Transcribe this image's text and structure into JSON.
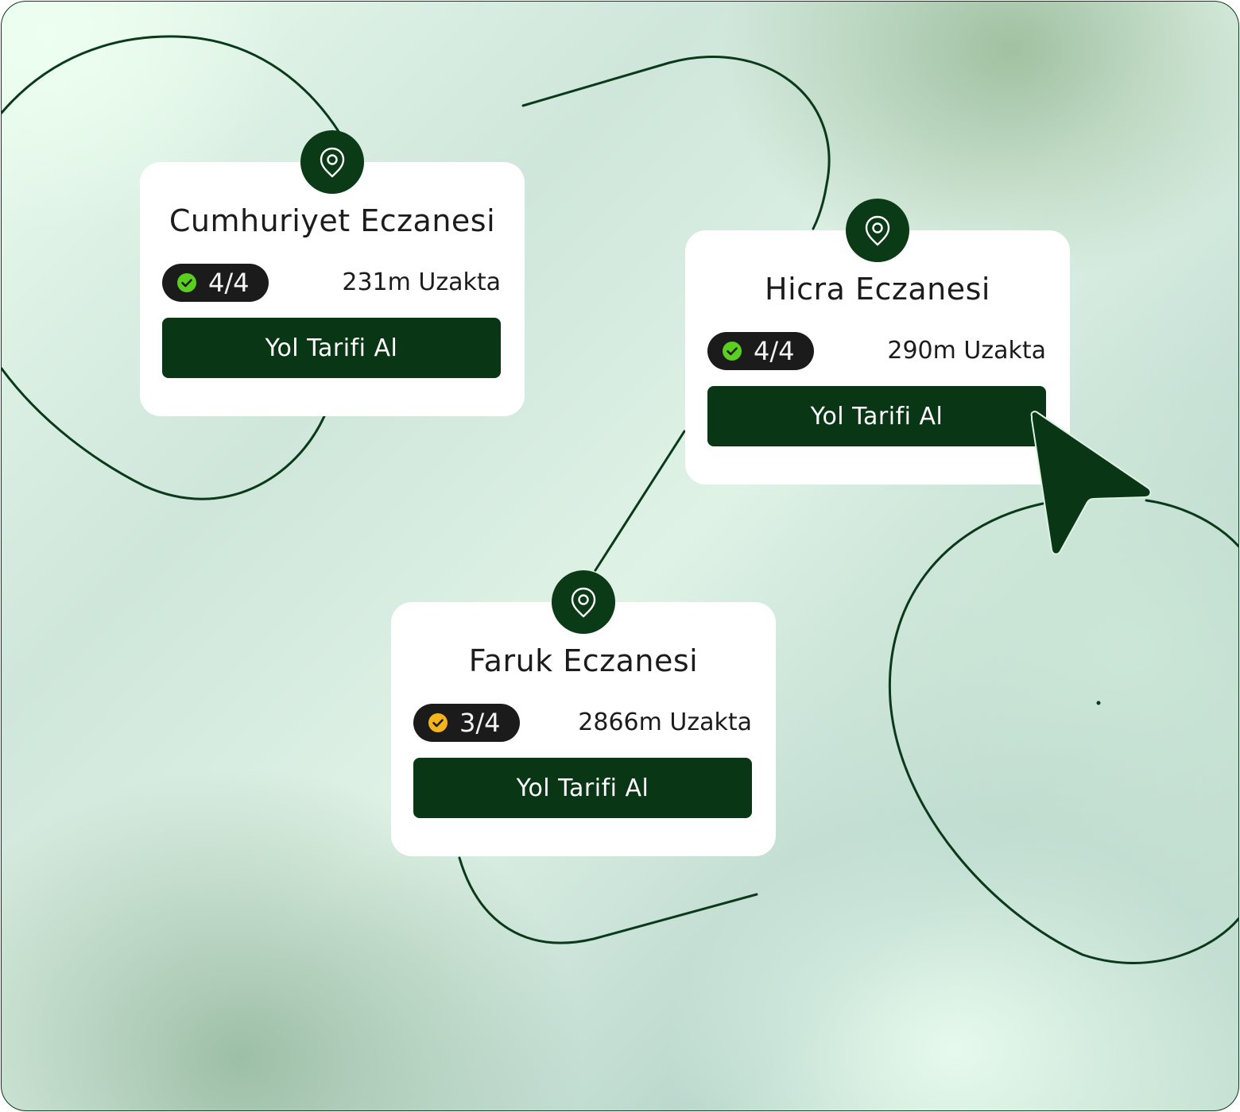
{
  "colors": {
    "brand_dark_green": "#093716",
    "badge_dark": "#1b1b1b",
    "check_green": "#5bcf1f",
    "check_yellow": "#f3b51b",
    "route_line": "#0a3a1a"
  },
  "pharmacies": [
    {
      "name": "Cumhuriyet Eczanesi",
      "stock_badge": "4/4",
      "status_icon": "check-circle-green-icon",
      "distance": "231m Uzakta",
      "button_label": "Yol Tarifi Al"
    },
    {
      "name": "Hicra Eczanesi",
      "stock_badge": "4/4",
      "status_icon": "check-circle-green-icon",
      "distance": "290m Uzakta",
      "button_label": "Yol Tarifi Al"
    },
    {
      "name": "Faruk Eczanesi",
      "stock_badge": "3/4",
      "status_icon": "check-circle-yellow-icon",
      "distance": "2866m Uzakta",
      "button_label": "Yol Tarifi Al"
    }
  ],
  "icons": {
    "pin": "map-pin-icon",
    "cursor": "navigation-arrow-cursor-icon"
  }
}
